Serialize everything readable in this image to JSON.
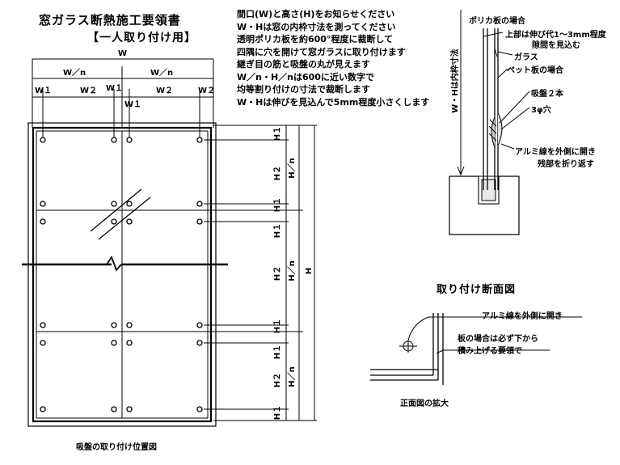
{
  "title": "窓ガラス断熱施工要領書",
  "subtitle": "【一人取り付け用】",
  "instructions": [
    "間口(W)と高さ(H)をお知らせください",
    "W・Hは窓の内枠寸法を測ってください",
    "透明ポリカ板を約600°程度に裁断して",
    "四隅に穴を開けて窓ガラスに取り付けます",
    "継ぎ目の筋と吸盤の丸が見えます",
    "W／n・H／nは600に近い数字で",
    "均等割り付けの寸法で裁断します",
    "W・Hは伸びを見込んで5mm程度小さくします"
  ],
  "front_view": {
    "caption": "吸盤の取り付け位置図",
    "dim_W": "W",
    "dim_Wn": "W／n",
    "dim_W1": "W１",
    "dim_W2": "W２",
    "dim_H": "H",
    "dim_H1": "H１",
    "dim_H2": "H２",
    "dim_Hn": "H／n"
  },
  "section_view": {
    "header": "ポリカ板の場合",
    "vertical_label": "W・Hは内枠寸法",
    "note_top_1": "上部は伸び代1～3mm程度",
    "note_top_2": "隙間を見込む",
    "glass": "ガラス",
    "pet": "ペット板の場合",
    "suction": "吸盤２本",
    "hole": "3φ穴",
    "wire_1": "アルミ線を外側に開き",
    "wire_2": "残部を折り返す"
  },
  "install_view": {
    "title": "取り付け断面図",
    "note_1": "アルミ線を外側に開き",
    "note_2": "板の場合は必ず下から",
    "note_3": "積み上げる要領で",
    "caption": "正面図の拡大"
  }
}
